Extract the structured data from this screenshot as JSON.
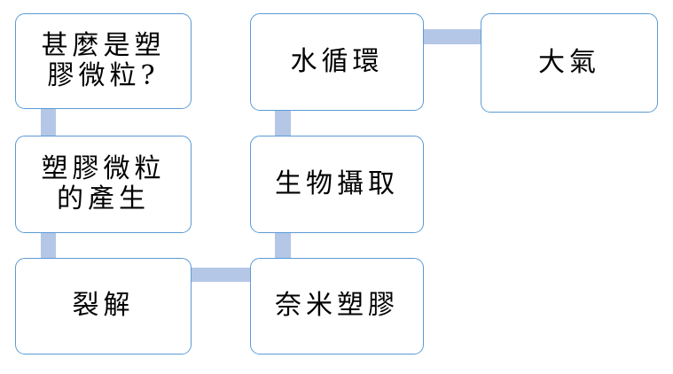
{
  "diagram": {
    "type": "flowchart",
    "colors": {
      "node_border": "#5b9bd5",
      "node_fill": "#ffffff",
      "connector_fill": "#b4c7e7",
      "text": "#000000",
      "background": "#ffffff"
    },
    "nodes": [
      {
        "id": "what-are-microplastics",
        "label": "甚麼是塑\n膠微粒?",
        "row": 1,
        "col": 1
      },
      {
        "id": "water-cycle",
        "label": "水循環",
        "row": 1,
        "col": 2
      },
      {
        "id": "atmosphere",
        "label": "大氣",
        "row": 1,
        "col": 3
      },
      {
        "id": "microplastic-generation",
        "label": "塑膠微粒\n的產生",
        "row": 2,
        "col": 1
      },
      {
        "id": "bio-ingestion",
        "label": "生物攝取",
        "row": 2,
        "col": 2
      },
      {
        "id": "cracking",
        "label": "裂解",
        "row": 3,
        "col": 1
      },
      {
        "id": "nanoplastics",
        "label": "奈米塑膠",
        "row": 3,
        "col": 2
      }
    ],
    "edges": [
      {
        "from": "what-are-microplastics",
        "to": "microplastic-generation",
        "direction": "vertical"
      },
      {
        "from": "microplastic-generation",
        "to": "cracking",
        "direction": "vertical"
      },
      {
        "from": "cracking",
        "to": "nanoplastics",
        "direction": "horizontal"
      },
      {
        "from": "nanoplastics",
        "to": "bio-ingestion",
        "direction": "vertical"
      },
      {
        "from": "bio-ingestion",
        "to": "water-cycle",
        "direction": "vertical"
      },
      {
        "from": "water-cycle",
        "to": "atmosphere",
        "direction": "horizontal"
      }
    ]
  }
}
